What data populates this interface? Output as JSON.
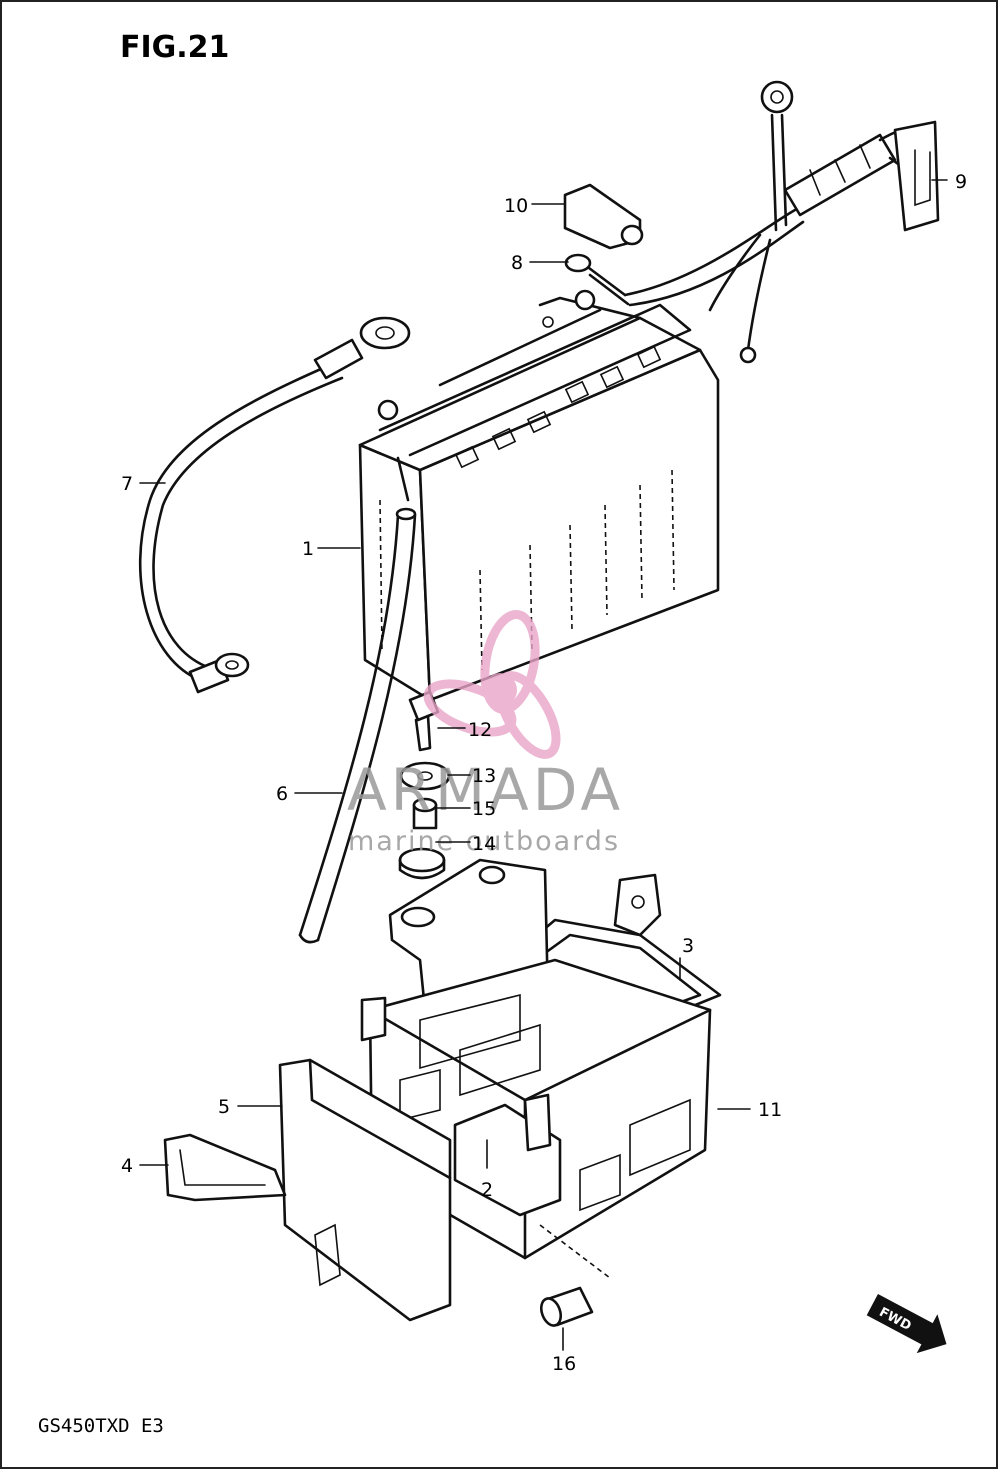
{
  "figure": {
    "title": "FIG.21",
    "model": "GS450TXD E3"
  },
  "watermark": {
    "brand": "ARMADA",
    "tagline": "marine outboards",
    "color": "#e9a4c8"
  },
  "direction_badge": "FWD",
  "callouts": {
    "c1": "1",
    "c2": "2",
    "c3": "3",
    "c4": "4",
    "c5": "5",
    "c6": "6",
    "c7": "7",
    "c8": "8",
    "c9": "9",
    "c10": "10",
    "c11": "11",
    "c12": "12",
    "c13": "13",
    "c14": "14",
    "c15": "15",
    "c16": "16"
  }
}
